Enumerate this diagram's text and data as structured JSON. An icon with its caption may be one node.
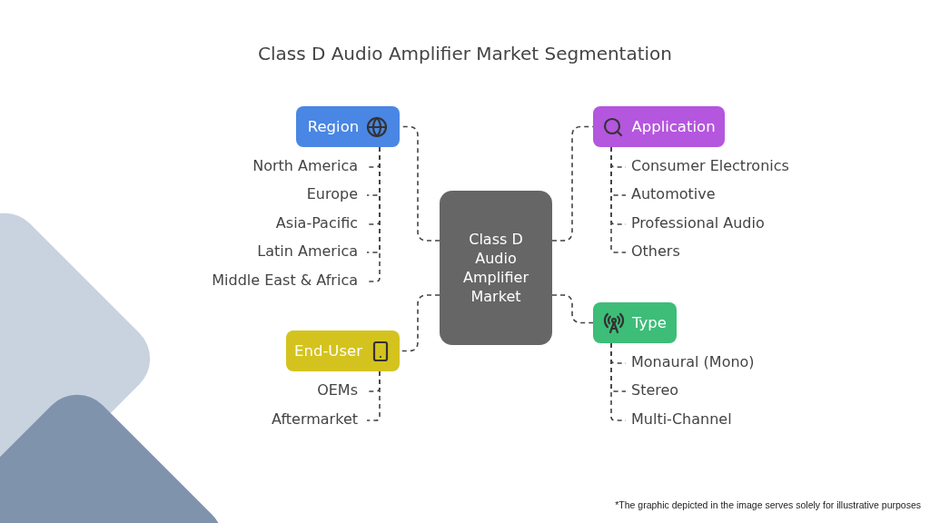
{
  "diagram": {
    "title": "Class D Audio Amplifier Market Segmentation",
    "nodes": [
      {
        "text": [
          "Class D Audio Amplifier Market"
        ]
      },
      {
        "text": [
          "Region"
        ]
      },
      {
        "text": [
          "North America"
        ]
      },
      {
        "text": [
          "Europe"
        ]
      },
      {
        "text": [
          "Asia-Pacific"
        ]
      },
      {
        "text": [
          "Latin America"
        ]
      },
      {
        "text": [
          "Middle East & Africa"
        ]
      },
      {
        "text": [
          "Application"
        ]
      },
      {
        "text": [
          "Consumer Electronics"
        ]
      },
      {
        "text": [
          "Automotive"
        ]
      },
      {
        "text": [
          "Professional Audio"
        ]
      },
      {
        "text": [
          "Others"
        ]
      },
      {
        "text": [
          "End-User"
        ]
      },
      {
        "text": [
          "OEMs"
        ]
      },
      {
        "text": [
          "Aftermarket"
        ]
      },
      {
        "text": [
          "Type"
        ]
      },
      {
        "text": [
          "Monaural (Mono)"
        ]
      },
      {
        "text": [
          "Stereo"
        ]
      },
      {
        "text": [
          "Multi-Channel"
        ]
      }
    ],
    "edges": [
      {
        "from": 0,
        "to": 1,
        "arrow": "none",
        "style": "dashed"
      },
      {
        "from": 0,
        "to": 7,
        "arrow": "none",
        "style": "dashed"
      },
      {
        "from": 0,
        "to": 12,
        "arrow": "none",
        "style": "dashed"
      },
      {
        "from": 0,
        "to": 15,
        "arrow": "none",
        "style": "dashed"
      },
      {
        "from": 1,
        "to": 2,
        "arrow": "none",
        "style": "dashed"
      },
      {
        "from": 1,
        "to": 3,
        "arrow": "none",
        "style": "dashed"
      },
      {
        "from": 1,
        "to": 4,
        "arrow": "none",
        "style": "dashed"
      },
      {
        "from": 1,
        "to": 5,
        "arrow": "none",
        "style": "dashed"
      },
      {
        "from": 1,
        "to": 6,
        "arrow": "none",
        "style": "dashed"
      },
      {
        "from": 7,
        "to": 8,
        "arrow": "none",
        "style": "dashed"
      },
      {
        "from": 7,
        "to": 9,
        "arrow": "none",
        "style": "dashed"
      },
      {
        "from": 7,
        "to": 10,
        "arrow": "none",
        "style": "dashed"
      },
      {
        "from": 7,
        "to": 11,
        "arrow": "none",
        "style": "dashed"
      },
      {
        "from": 12,
        "to": 13,
        "arrow": "none",
        "style": "dashed"
      },
      {
        "from": 12,
        "to": 14,
        "arrow": "none",
        "style": "dashed"
      },
      {
        "from": 15,
        "to": 16,
        "arrow": "none",
        "style": "dashed"
      },
      {
        "from": 15,
        "to": 17,
        "arrow": "none",
        "style": "dashed"
      },
      {
        "from": 15,
        "to": 18,
        "arrow": "none",
        "style": "dashed"
      }
    ],
    "labels": [
      "*The graphic depicted in the image serves solely for illustrative purposes"
    ]
  }
}
